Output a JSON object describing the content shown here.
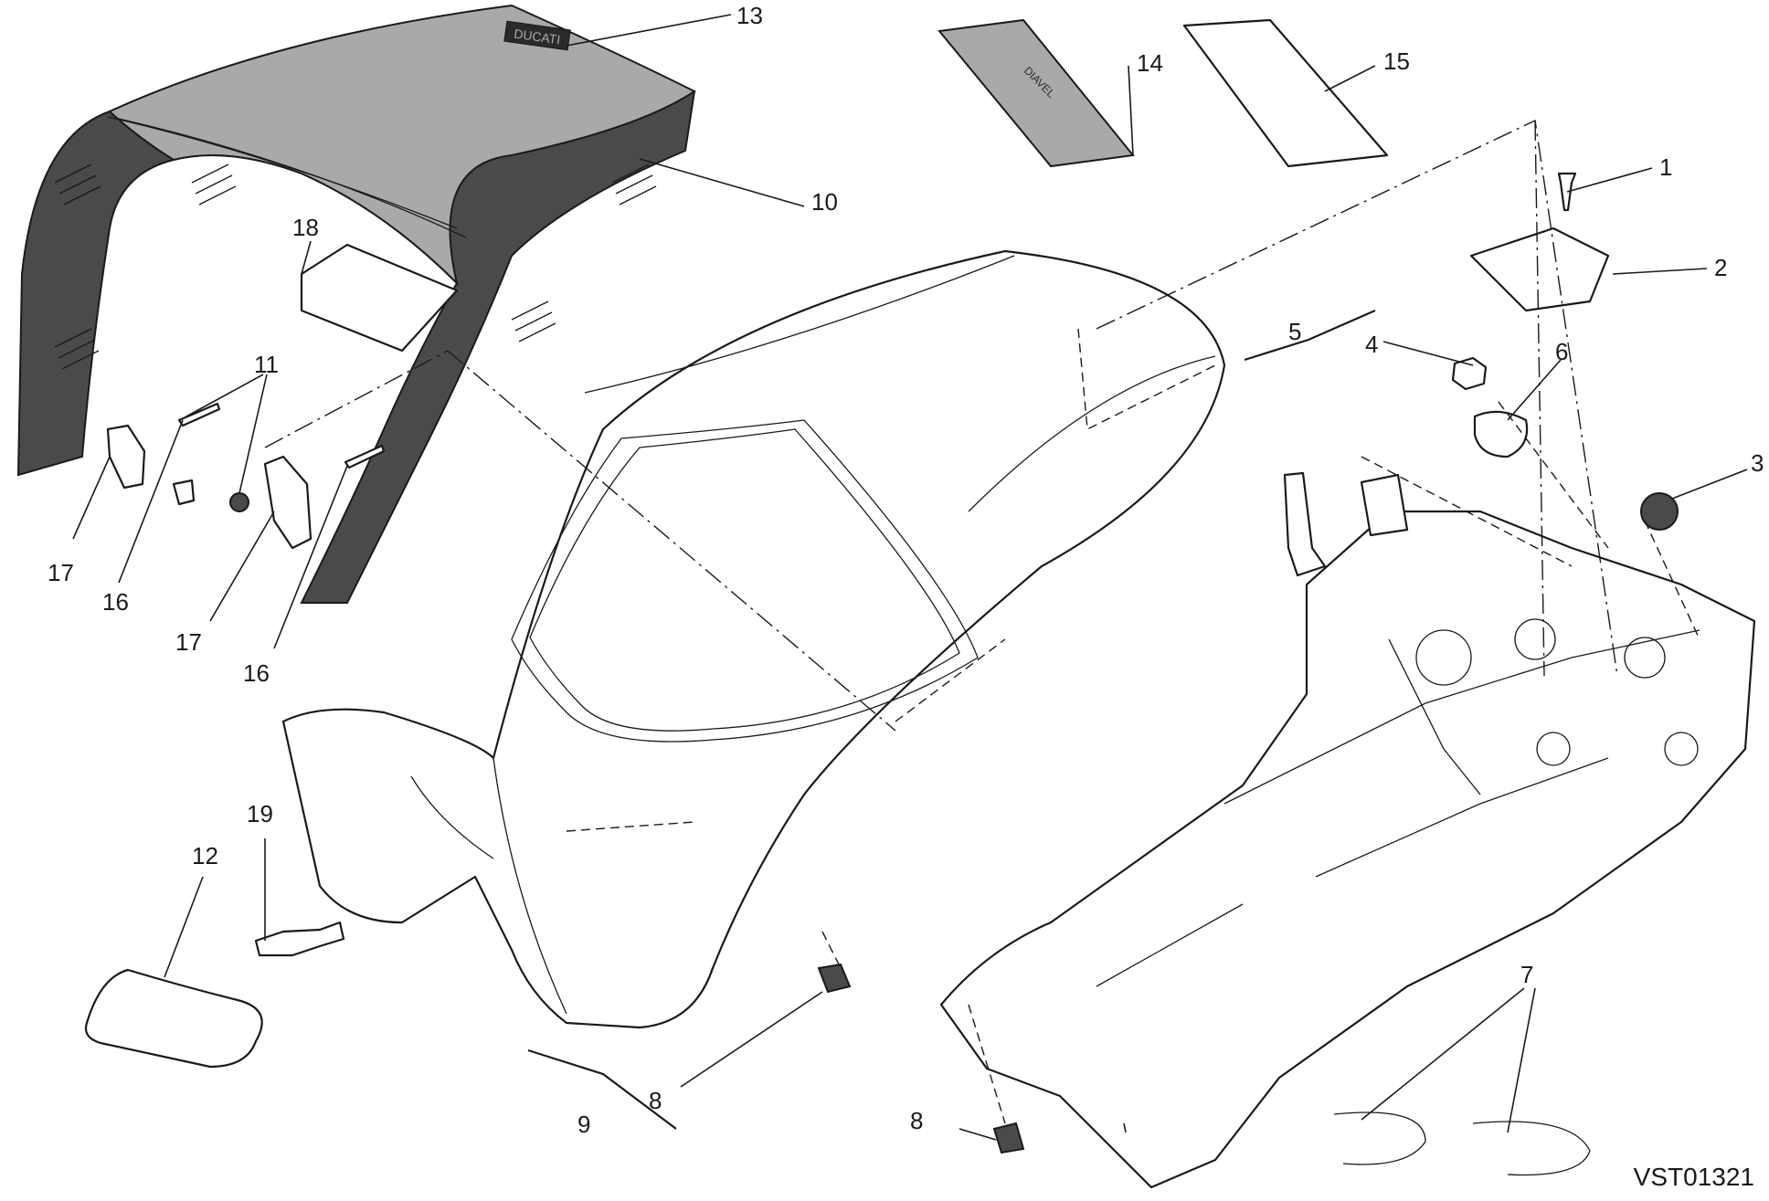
{
  "diagram": {
    "drawing_id": "VST01321",
    "brand_plate_text": "DUCATI",
    "manual_cover_text": "DIAVEL",
    "callouts": [
      {
        "id": "c1",
        "label": "1"
      },
      {
        "id": "c2",
        "label": "2"
      },
      {
        "id": "c3",
        "label": "3"
      },
      {
        "id": "c4",
        "label": "4"
      },
      {
        "id": "c5",
        "label": "5"
      },
      {
        "id": "c6",
        "label": "6"
      },
      {
        "id": "c7",
        "label": "7"
      },
      {
        "id": "c8a",
        "label": "8"
      },
      {
        "id": "c8b",
        "label": "8"
      },
      {
        "id": "c9",
        "label": "9"
      },
      {
        "id": "c10",
        "label": "10"
      },
      {
        "id": "c11",
        "label": "11"
      },
      {
        "id": "c12",
        "label": "12"
      },
      {
        "id": "c13",
        "label": "13"
      },
      {
        "id": "c14",
        "label": "14"
      },
      {
        "id": "c15",
        "label": "15"
      },
      {
        "id": "c16a",
        "label": "16"
      },
      {
        "id": "c16b",
        "label": "16"
      },
      {
        "id": "c17a",
        "label": "17"
      },
      {
        "id": "c17b",
        "label": "17"
      },
      {
        "id": "c18",
        "label": "18"
      },
      {
        "id": "c19",
        "label": "19"
      }
    ],
    "colors": {
      "line": "#1a1a1a",
      "cover_dark": "#4a4a4a",
      "cover_light": "#a9a9a9",
      "background": "#ffffff"
    }
  }
}
